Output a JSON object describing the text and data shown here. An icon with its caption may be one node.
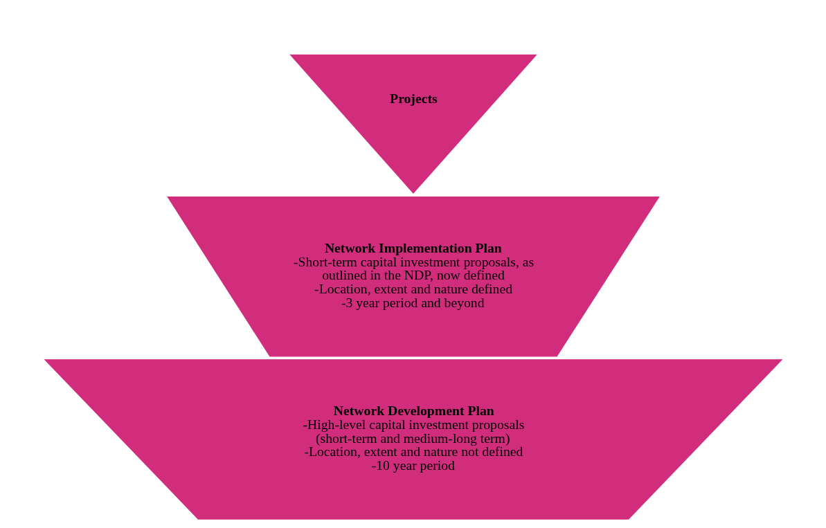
{
  "diagram": {
    "nodes": [
      {
        "text": [
          "Network Development Plan",
          "-High-level capital investment proposals (short-term and medium-long term)",
          "-Location, extent and nature not defined",
          "-10 year period"
        ]
      },
      {
        "text": [
          "Network Implementation Plan",
          "-Short-term capital investment proposals, as outlined in the NDP, now defined",
          "-Location, extent and nature defined",
          "-3 year period and beyond"
        ]
      },
      {
        "text": [
          "Projects"
        ]
      }
    ],
    "edges": []
  }
}
